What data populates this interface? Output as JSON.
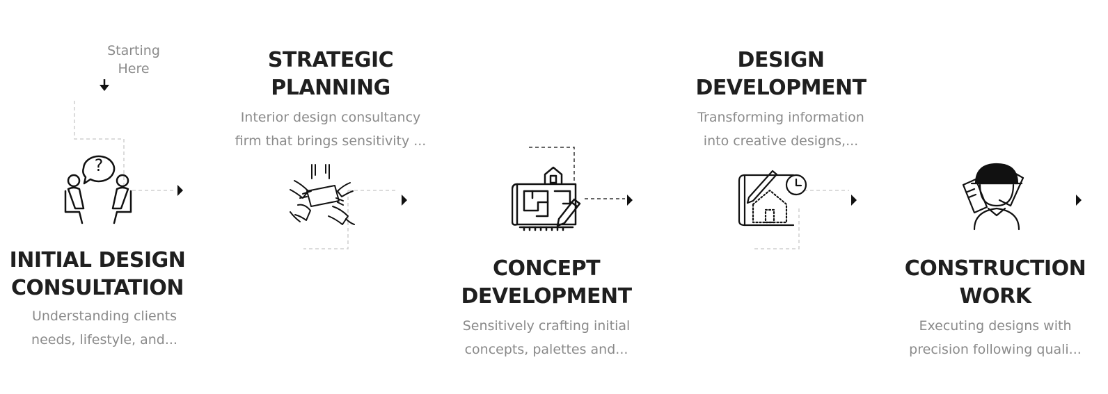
{
  "start_label": [
    "Starting",
    "Here"
  ],
  "steps": [
    {
      "title": [
        "INITIAL DESIGN",
        "CONSULTATION"
      ],
      "desc": [
        "Understanding clients",
        "needs, lifestyle, and..."
      ],
      "icon": "consultation-icon"
    },
    {
      "title": [
        "STRATEGIC",
        "PLANNING"
      ],
      "desc": [
        "Interior design consultancy",
        "firm that brings sensitivity ..."
      ],
      "icon": "planning-icon"
    },
    {
      "title": [
        "CONCEPT",
        "DEVELOPMENT"
      ],
      "desc": [
        "Sensitively crafting initial",
        "concepts, palettes and..."
      ],
      "icon": "blueprint-icon"
    },
    {
      "title": [
        "DESIGN",
        "DEVELOPMENT"
      ],
      "desc": [
        "Transforming information",
        "into creative designs,..."
      ],
      "icon": "design-house-icon"
    },
    {
      "title": [
        "CONSTRUCTION",
        "WORK"
      ],
      "desc": [
        "Executing designs with",
        "precision following quali..."
      ],
      "icon": "construction-worker-icon"
    }
  ],
  "colors": {
    "title": "#1f1f1f",
    "desc": "#8a8a8a",
    "connector": "#cccccc",
    "icon": "#111111"
  }
}
